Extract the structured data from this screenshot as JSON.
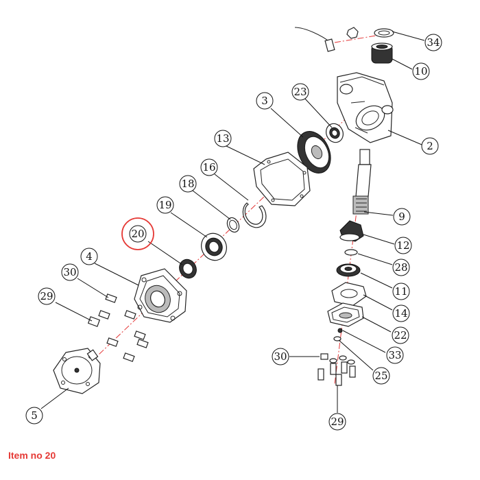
{
  "caption": "Item no 20",
  "highlight_color": "#e53935",
  "axis_color": "#e33333",
  "callouts": {
    "c34": "34",
    "c10": "10",
    "c2": "2",
    "c23": "23",
    "c3": "3",
    "c13": "13",
    "c16": "16",
    "c18": "18",
    "c19": "19",
    "c20": "20",
    "c4": "4",
    "c30a": "30",
    "c29a": "29",
    "c5": "5",
    "c9": "9",
    "c12": "12",
    "c28": "28",
    "c11": "11",
    "c14": "14",
    "c22": "22",
    "c33": "33",
    "c25": "25",
    "c30b": "30",
    "c29b": "29"
  }
}
